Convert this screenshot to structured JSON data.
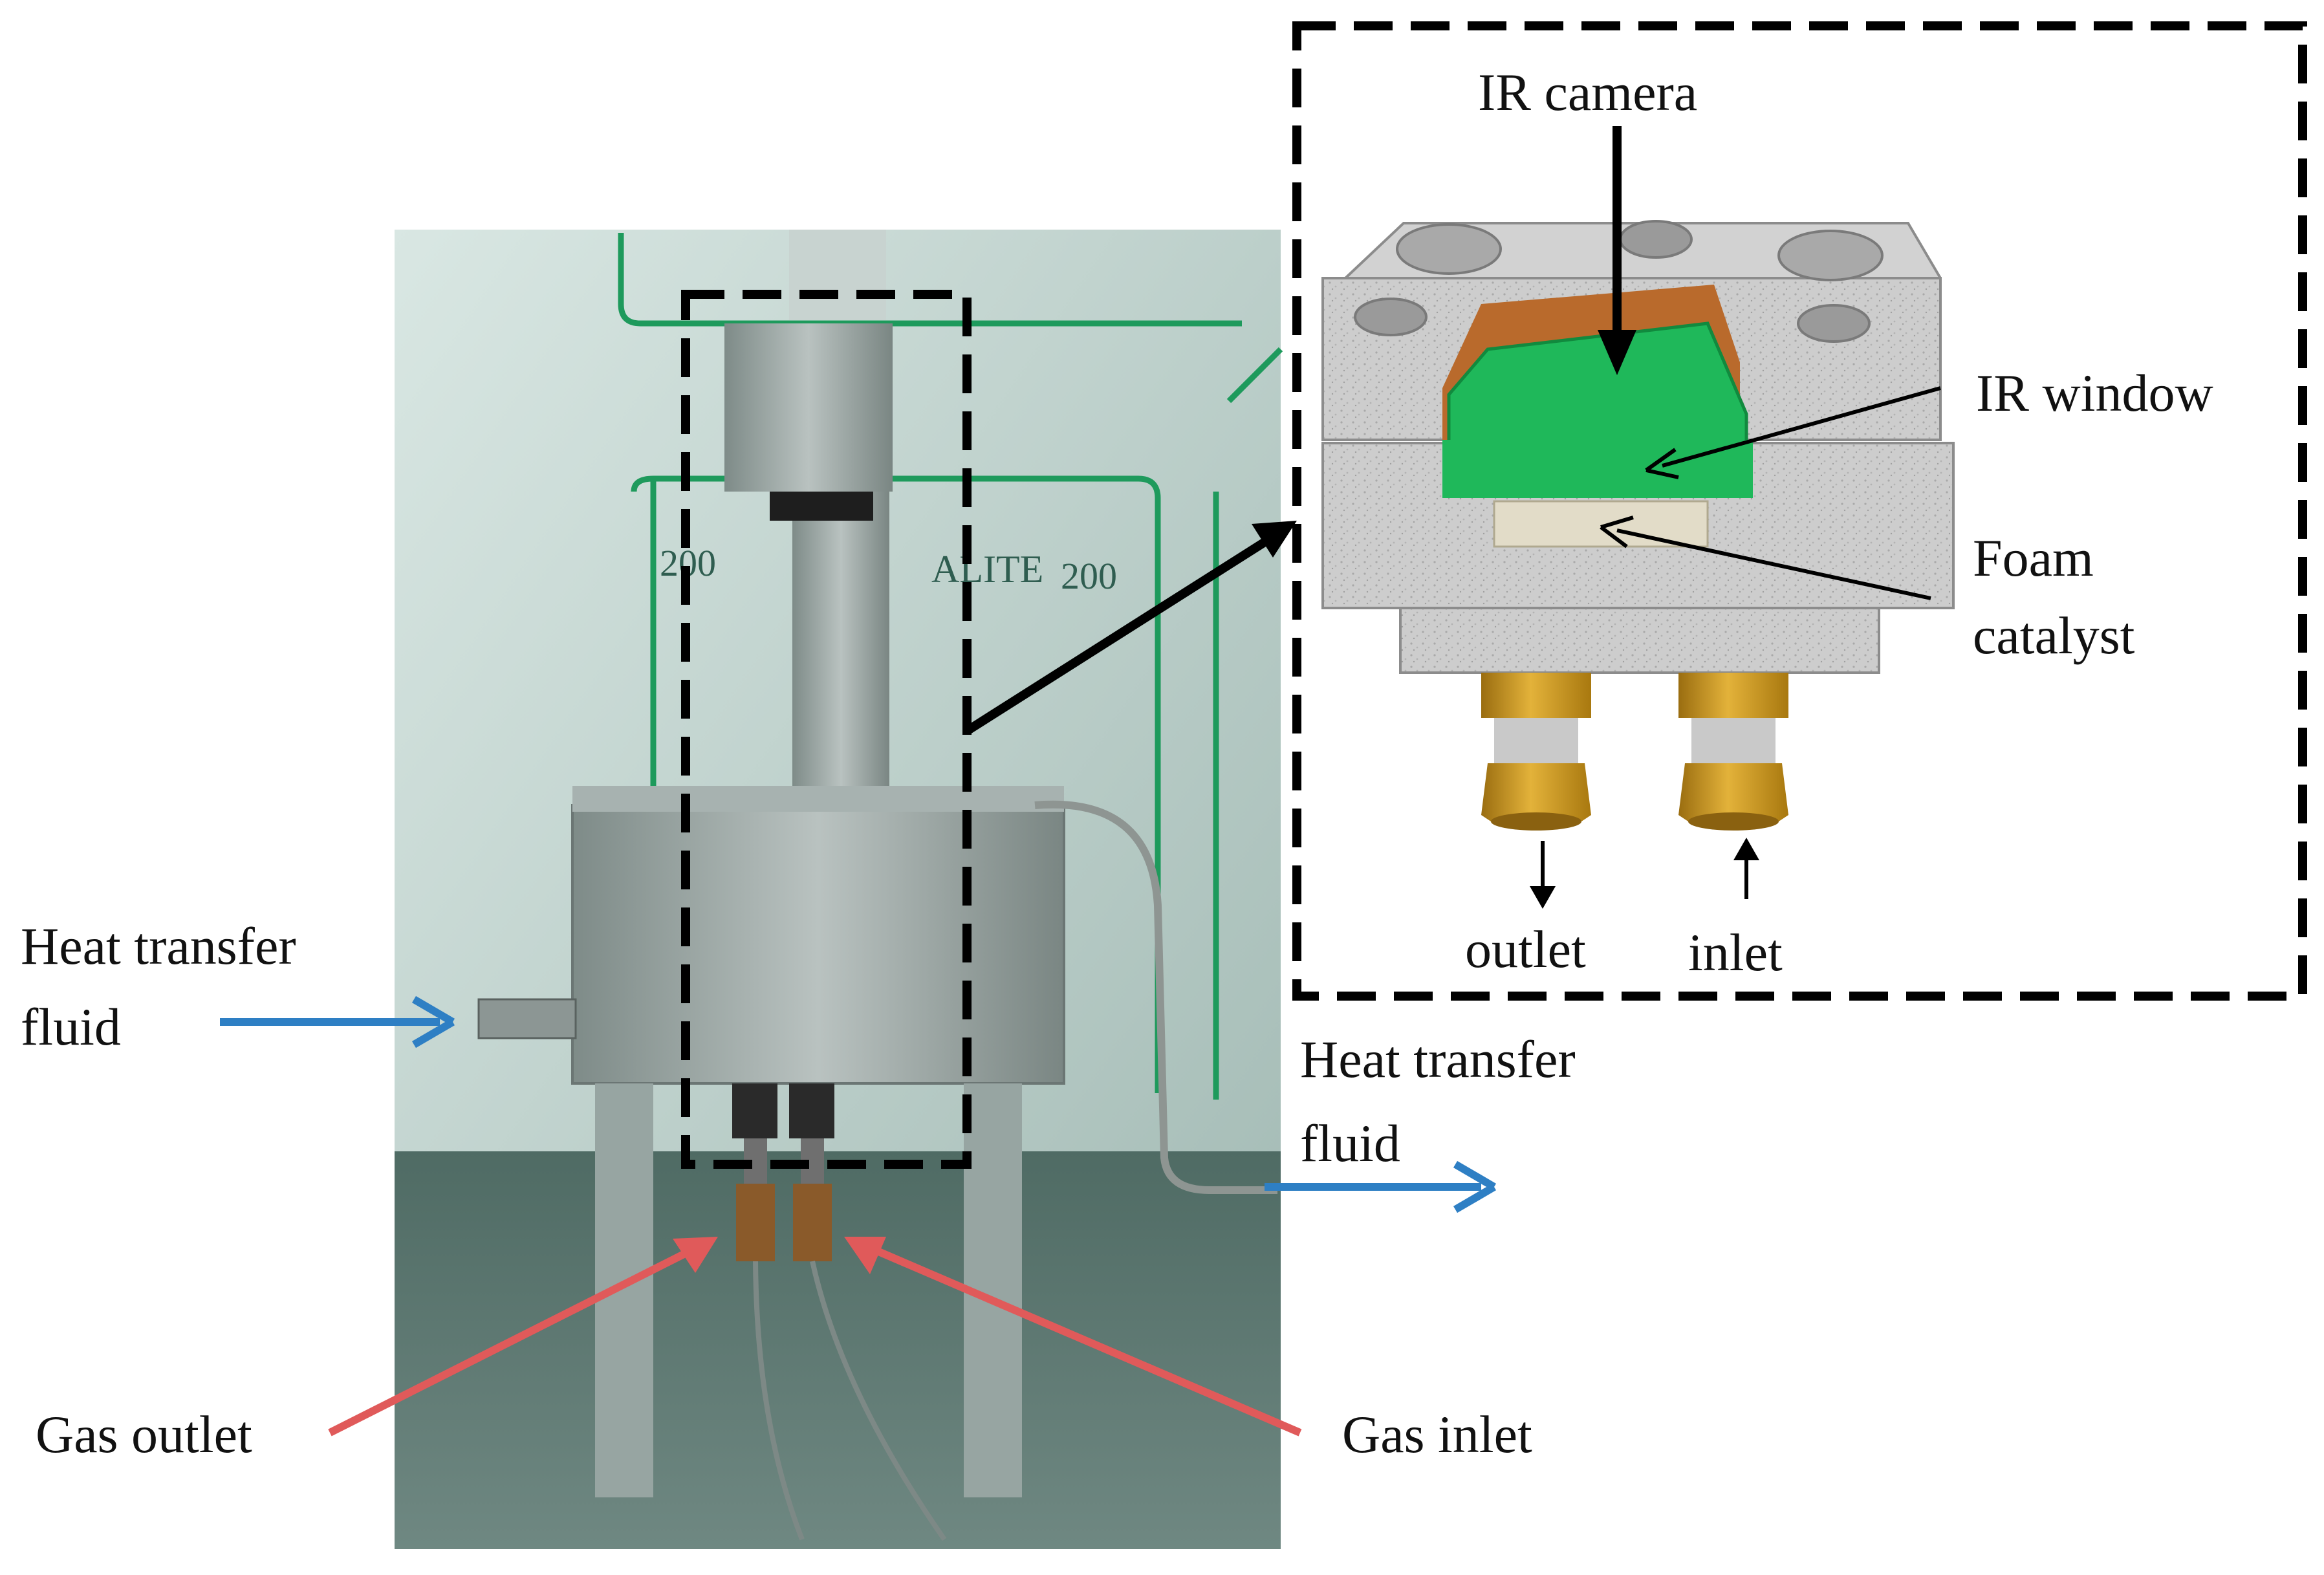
{
  "labels": {
    "ir_camera": "IR camera",
    "ir_window": "IR window",
    "foam_catalyst_line1": "Foam",
    "foam_catalyst_line2": "catalyst",
    "outlet": "outlet",
    "inlet": "inlet",
    "htf_left_line1": "Heat transfer",
    "htf_left_line2": "fluid",
    "htf_right_line1": "Heat transfer",
    "htf_right_line2": "fluid",
    "gas_outlet": "Gas outlet",
    "gas_inlet": "Gas inlet"
  },
  "photo_text": {
    "gauge_left": "200",
    "gauge_right": "200",
    "brand": "ALITE"
  },
  "colors": {
    "fluid_arrow": "#2e7fc4",
    "gas_arrow": "#e05a5a",
    "callout_arrow": "#000000",
    "window_green": "#1fb85a",
    "block_gray": "#c9c9c9",
    "brass": "#d6a21e"
  }
}
